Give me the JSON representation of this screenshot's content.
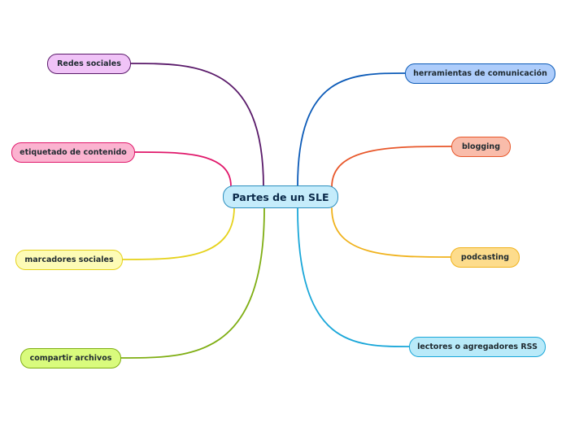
{
  "root": {
    "label": "Partes de un SLE",
    "fill": "#c5ecfb",
    "stroke": "#2c8fbf"
  },
  "branches": [
    {
      "label": "Redes sociales",
      "fill": "#f0c3f7",
      "stroke": "#5a1a6a",
      "line": "#5a1a6a"
    },
    {
      "label": "etiquetado de contenido",
      "fill": "#fbb3d0",
      "stroke": "#e0176a",
      "line": "#e0176a"
    },
    {
      "label": "marcadores sociales",
      "fill": "#fdfbb6",
      "stroke": "#e6d21c",
      "line": "#e6d21c"
    },
    {
      "label": "compartir archivos",
      "fill": "#d9fb7d",
      "stroke": "#7fae13",
      "line": "#7fae13"
    },
    {
      "label": "herramientas de comunicación",
      "fill": "#aecdfb",
      "stroke": "#0c5bb8",
      "line": "#0c5bb8"
    },
    {
      "label": "blogging",
      "fill": "#f9bcaa",
      "stroke": "#e8572a",
      "line": "#e8572a"
    },
    {
      "label": "podcasting",
      "fill": "#fddc8c",
      "stroke": "#f0b21c",
      "line": "#f0b21c"
    },
    {
      "label": "lectores o agregadores RSS",
      "fill": "#b9eaf9",
      "stroke": "#1aa7d9",
      "line": "#1aa7d9"
    }
  ]
}
